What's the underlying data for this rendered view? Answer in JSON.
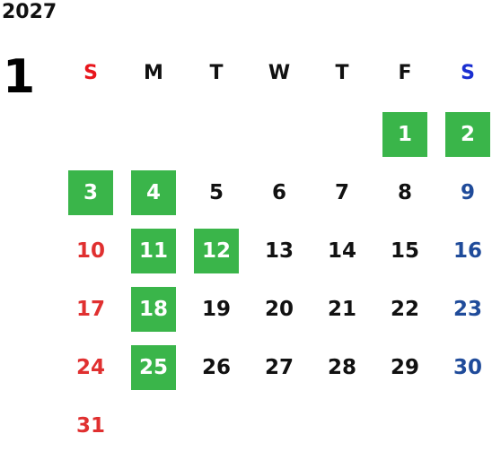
{
  "calendar": {
    "year": "2027",
    "month": "1",
    "weekdays": [
      "S",
      "M",
      "T",
      "W",
      "T",
      "F",
      "S"
    ],
    "first_weekday_index": 5,
    "days_in_month": 31,
    "highlighted_days": [
      1,
      2,
      3,
      4,
      11,
      12,
      18,
      25
    ],
    "colors": {
      "weekday": "#111111",
      "sunday_header": "#e8161c",
      "saturday_header": "#1a2fd1",
      "sunday": "#e03030",
      "saturday": "#1f4b9a",
      "highlight_bg": "#3ab54a",
      "highlight_text": "#ffffff"
    }
  }
}
